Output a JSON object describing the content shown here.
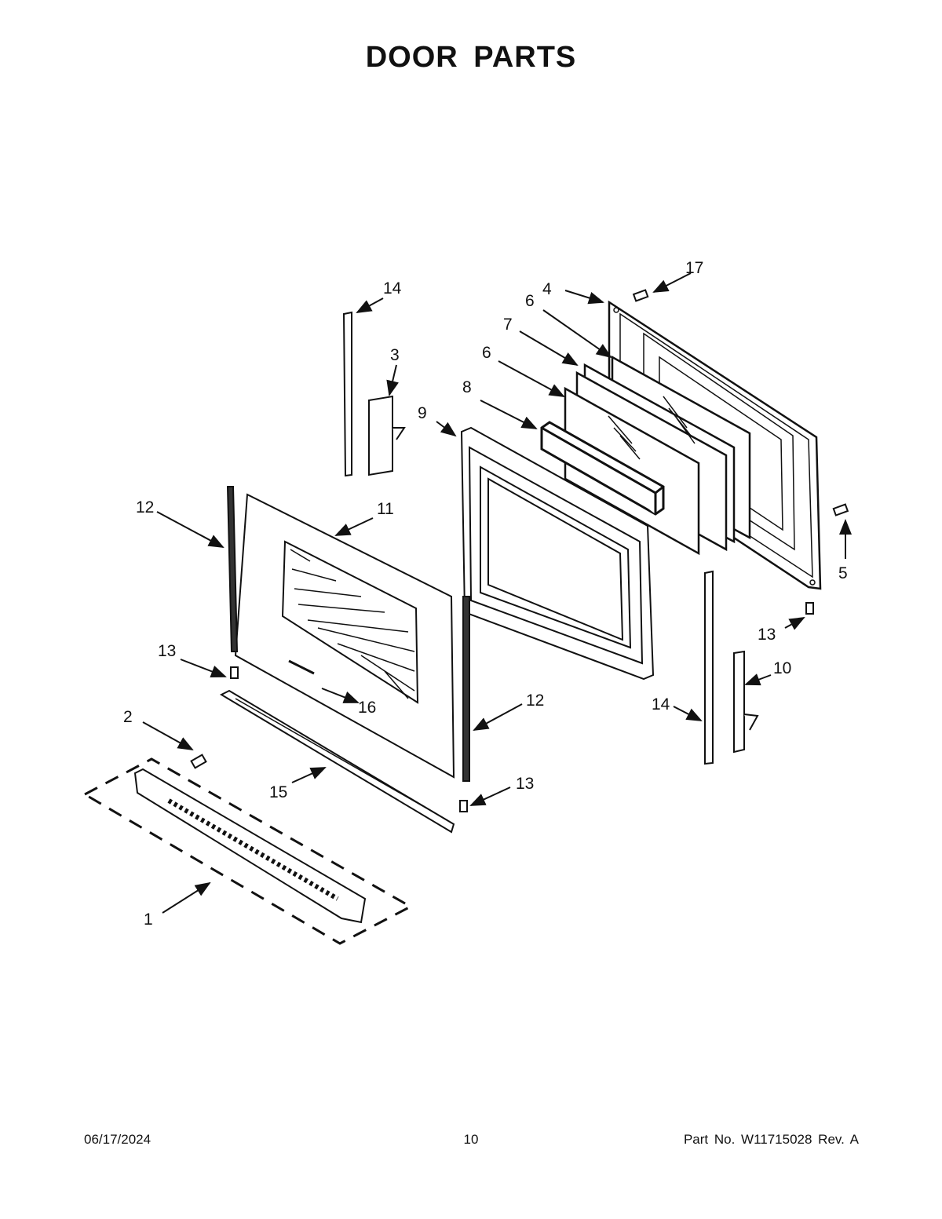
{
  "title": "DOOR PARTS",
  "callouts": {
    "c1": "1",
    "c2": "2",
    "c3": "3",
    "c4": "4",
    "c5": "5",
    "c6a": "6",
    "c6b": "6",
    "c7": "7",
    "c8": "8",
    "c9": "9",
    "c10": "10",
    "c11": "11",
    "c12a": "12",
    "c12b": "12",
    "c13a": "13",
    "c13b": "13",
    "c13c": "13",
    "c14a": "14",
    "c14b": "14",
    "c15": "15",
    "c16": "16",
    "c17": "17"
  },
  "footer": {
    "date": "06/17/2024",
    "page": "10",
    "part": "Part No.  W11715028  Rev.  A"
  },
  "icons": {
    "handle": "door-handle-icon",
    "screws": "screw-icon",
    "hinges": "hinge-icon"
  }
}
